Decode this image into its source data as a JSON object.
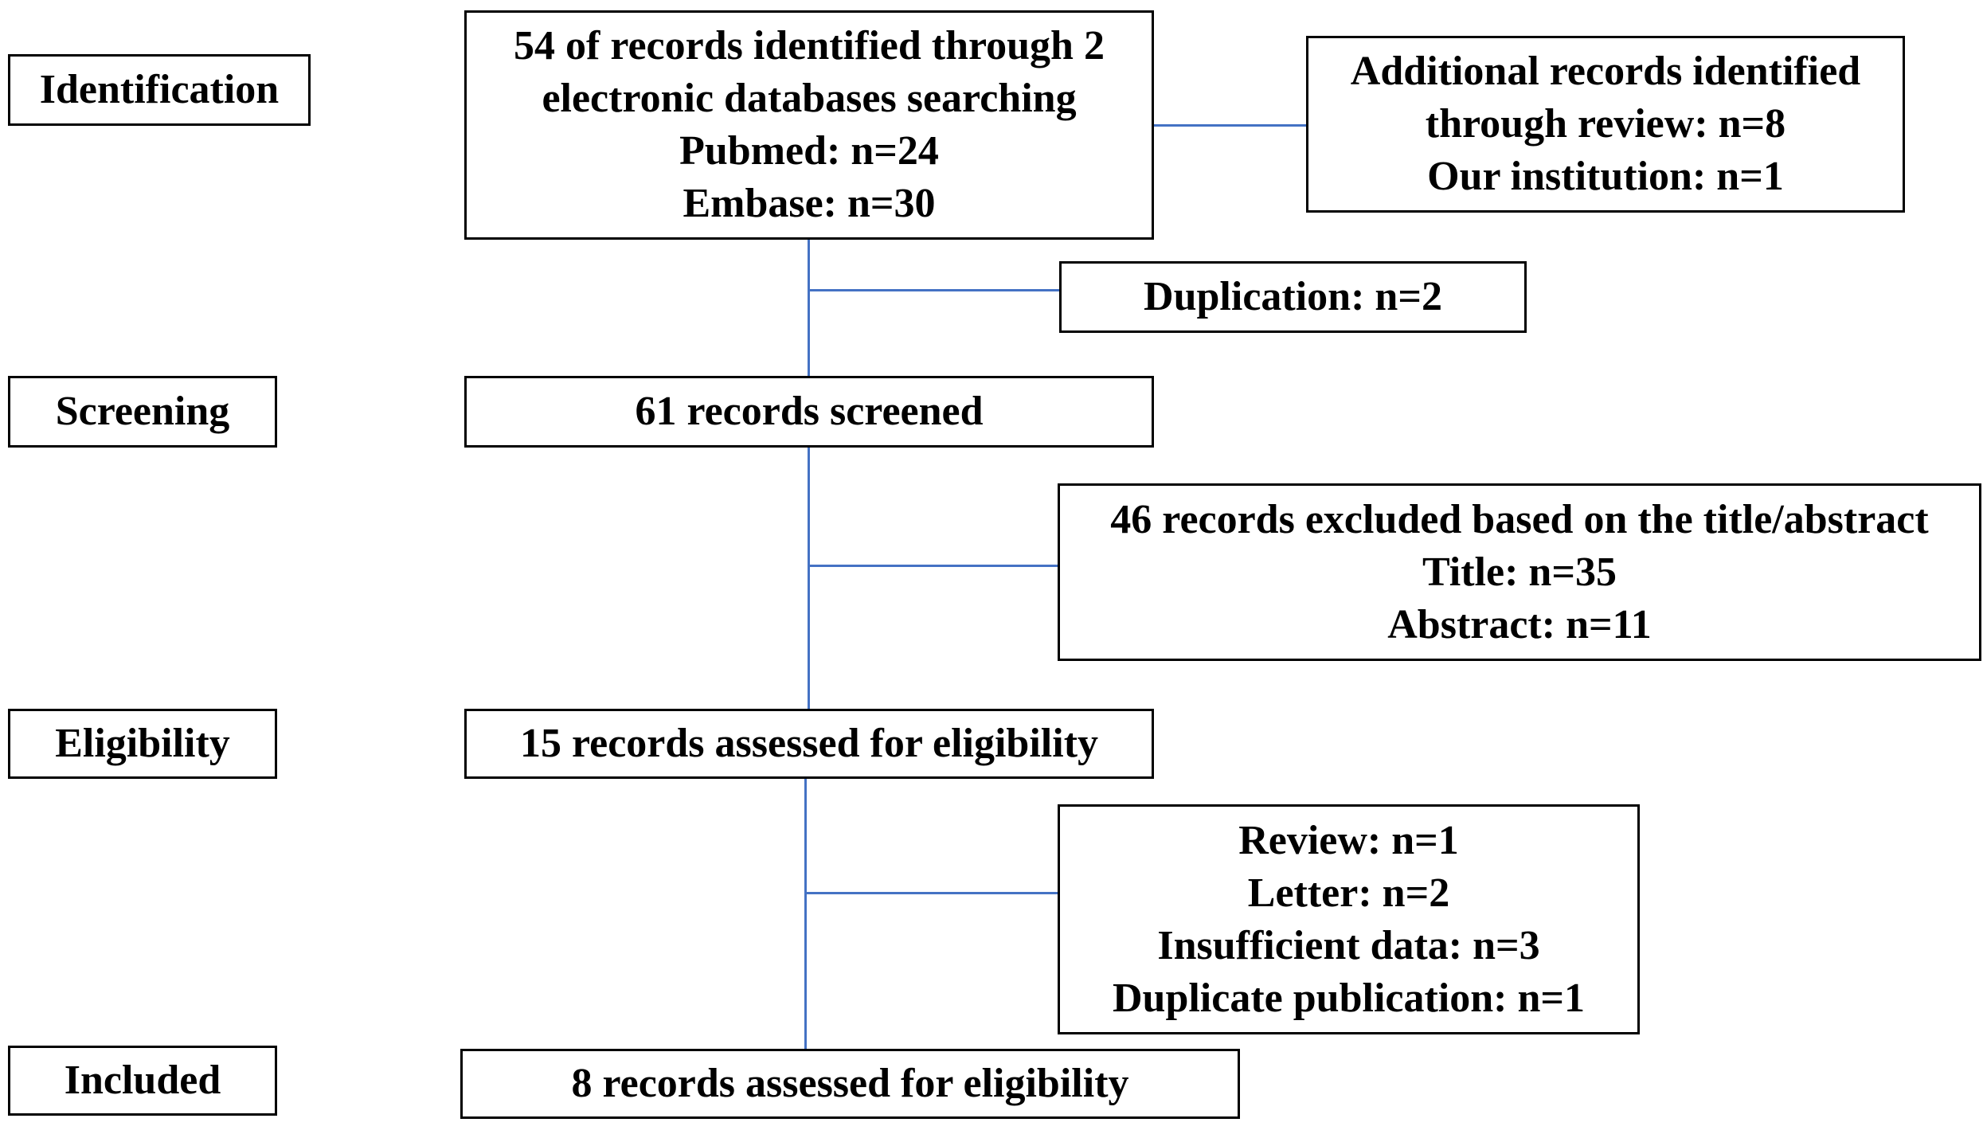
{
  "stages": {
    "identification": "Identification",
    "screening": "Screening",
    "eligibility": "Eligibility",
    "included": "Included"
  },
  "boxes": {
    "identified": [
      "54 of records identified through 2",
      "electronic databases searching",
      "Pubmed: n=24",
      "Embase: n=30"
    ],
    "additional": [
      "Additional records identified",
      "through review: n=8",
      "Our institution: n=1"
    ],
    "duplication": [
      "Duplication: n=2"
    ],
    "screened": [
      "61 records screened"
    ],
    "excluded_title_abstract": [
      "46 records excluded based on the title/abstract",
      "Title: n=35",
      "Abstract: n=11"
    ],
    "assessed": [
      "15 records assessed for eligibility"
    ],
    "excluded_fulltext": [
      "Review: n=1",
      "Letter: n=2",
      "Insufficient data: n=3",
      "Duplicate publication: n=1"
    ],
    "included": [
      "8 records assessed for eligibility"
    ]
  },
  "colors": {
    "connector": "#4472c4",
    "border": "#000000"
  }
}
